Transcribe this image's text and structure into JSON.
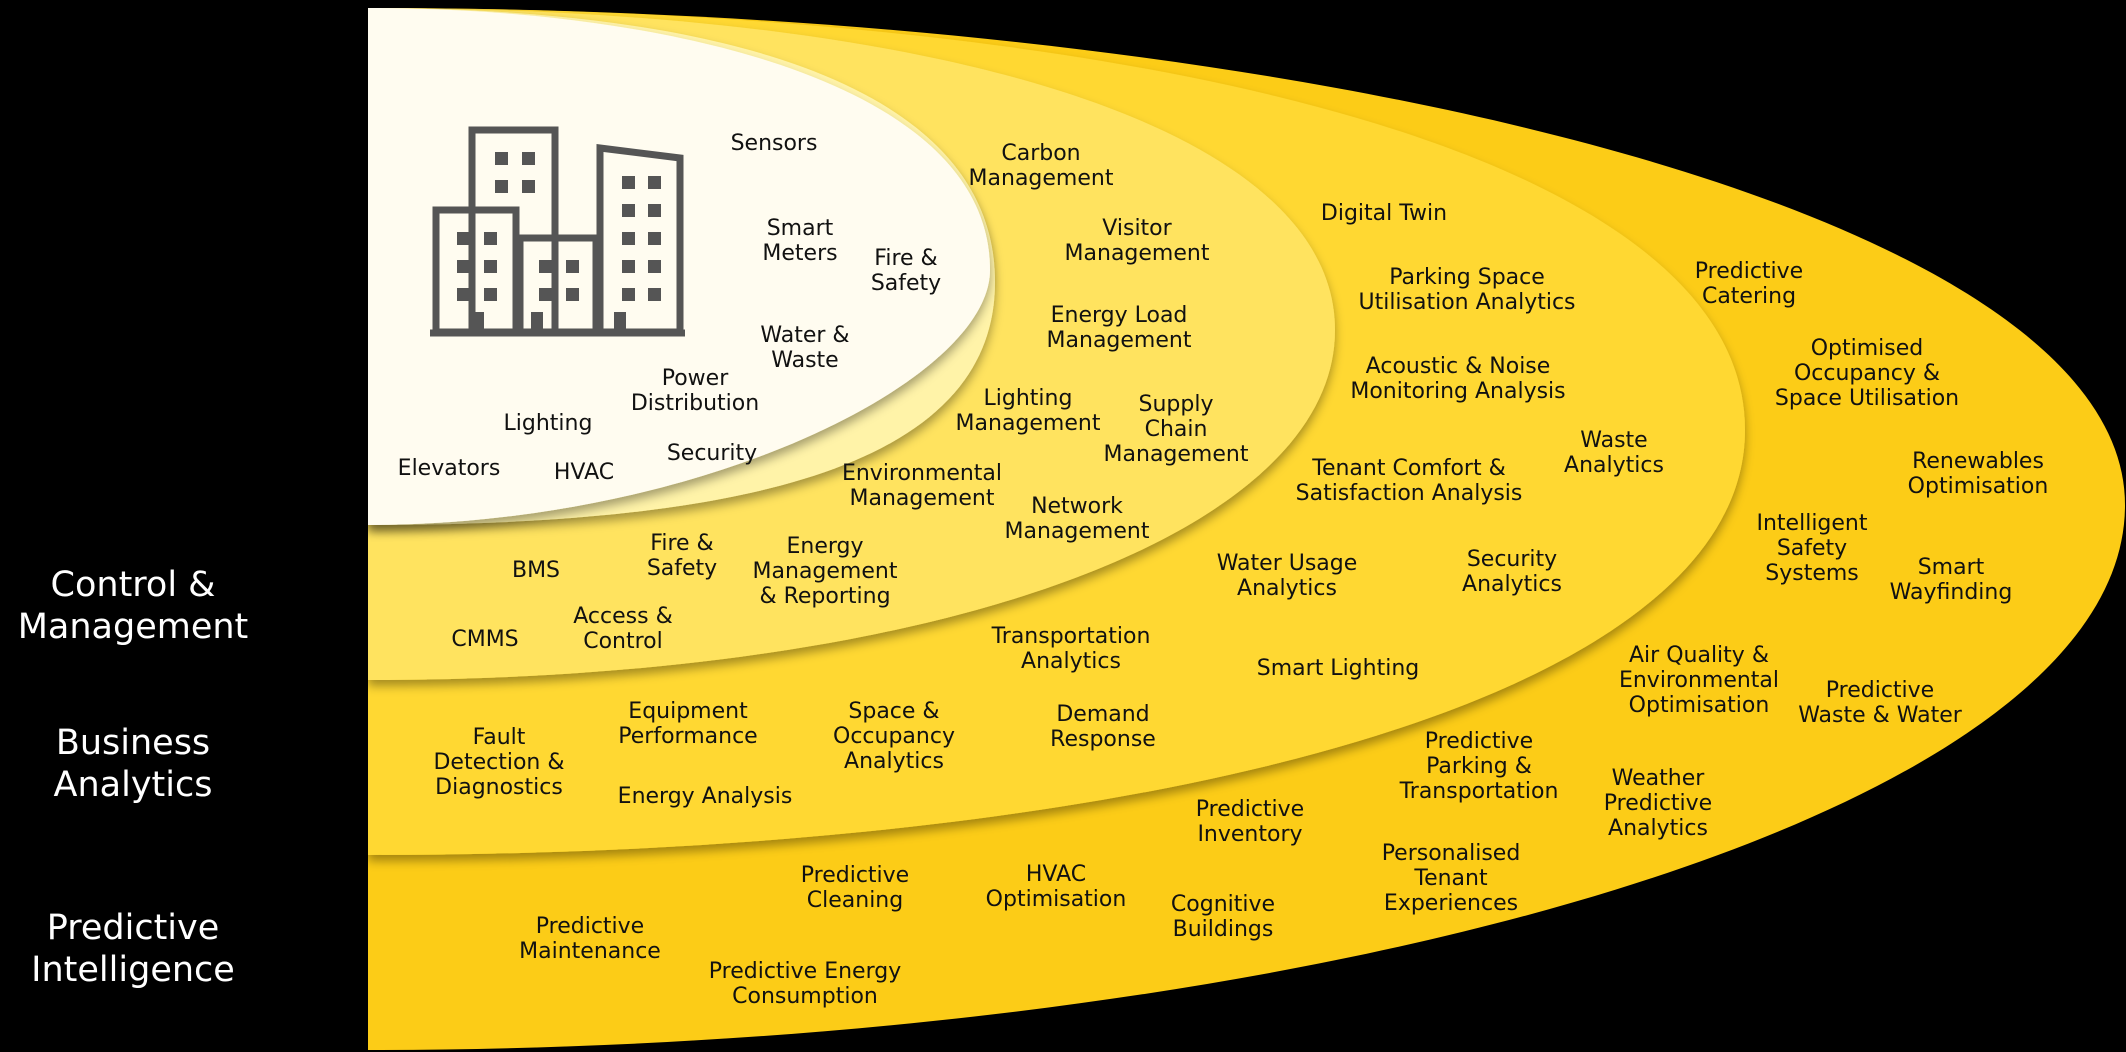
{
  "colors": {
    "background": "#000000",
    "ring1": "#fffcf0",
    "ring2": "#fff3a8",
    "ring3": "#ffe35f",
    "ring4": "#ffd832",
    "ring5": "#fccc17",
    "icon": "#555555"
  },
  "icons": {
    "building": "buildings-icon"
  },
  "side_labels": [
    {
      "text": "Control &\nManagement"
    },
    {
      "text": "Business\nAnalytics"
    },
    {
      "text": "Predictive\nIntelligence"
    }
  ],
  "ring_labels": {
    "core": [
      "Sensors",
      "Smart\nMeters",
      "Fire &\nSafety",
      "Water &\nWaste",
      "Power\nDistribution",
      "Lighting",
      "Security",
      "Elevators",
      "HVAC"
    ],
    "control": [
      "Carbon\nManagement",
      "Visitor\nManagement",
      "Energy Load\nManagement",
      "Lighting\nManagement",
      "Supply\nChain\nManagement",
      "Environmental\nManagement",
      "Network\nManagement",
      "BMS",
      "Fire &\nSafety",
      "Energy\nManagement\n& Reporting",
      "CMMS",
      "Access &\nControl"
    ],
    "business": [
      "Digital Twin",
      "Parking Space\nUtilisation Analytics",
      "Acoustic & Noise\nMonitoring Analysis",
      "Waste\nAnalytics",
      "Tenant Comfort &\nSatisfaction Analysis",
      "Water Usage\nAnalytics",
      "Security\nAnalytics",
      "Transportation\nAnalytics",
      "Smart Lighting",
      "Fault\nDetection &\nDiagnostics",
      "Equipment\nPerformance",
      "Space &\nOccupancy\nAnalytics",
      "Demand\nResponse",
      "Energy Analysis"
    ],
    "predictive": [
      "Predictive\nCatering",
      "Optimised\nOccupancy &\nSpace Utilisation",
      "Renewables\nOptimisation",
      "Intelligent\nSafety\nSystems",
      "Smart\nWayfinding",
      "Air Quality &\nEnvironmental\nOptimisation",
      "Predictive\nWaste & Water",
      "Predictive\nParking &\nTransportation",
      "Weather\nPredictive\nAnalytics",
      "Predictive\nInventory",
      "Personalised\nTenant\nExperiences",
      "Predictive\nCleaning",
      "HVAC\nOptimisation",
      "Cognitive\nBuildings",
      "Predictive\nMaintenance",
      "Predictive Energy\nConsumption"
    ]
  }
}
